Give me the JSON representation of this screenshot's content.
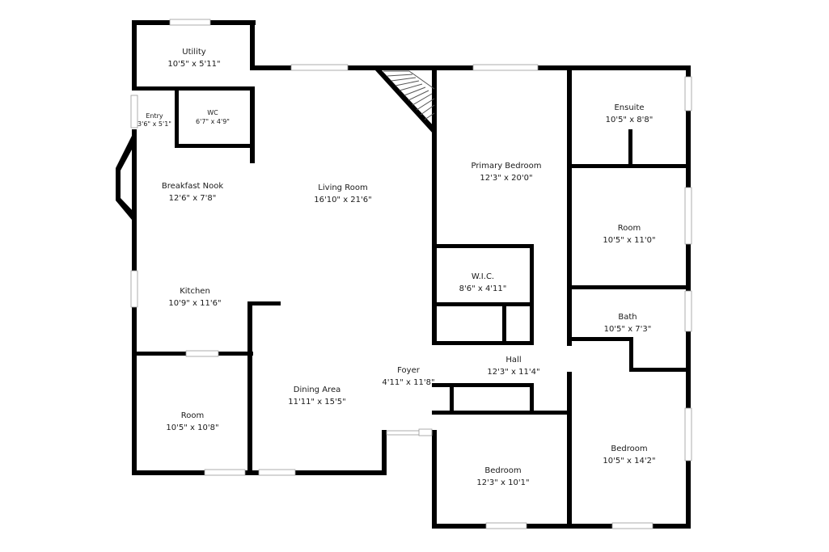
{
  "rooms": [
    {
      "id": "utility",
      "name": "Utility",
      "dims": "10'5\" x 5'11\""
    },
    {
      "id": "entry",
      "name": "Entry",
      "dims": "3'6\" x 5'1\""
    },
    {
      "id": "wc",
      "name": "WC",
      "dims": "6'7\" x 4'9\""
    },
    {
      "id": "breakfast-nook",
      "name": "Breakfast Nook",
      "dims": "12'6\" x 7'8\""
    },
    {
      "id": "living-room",
      "name": "Living Room",
      "dims": "16'10\" x 21'6\""
    },
    {
      "id": "kitchen",
      "name": "Kitchen",
      "dims": "10'9\" x 11'6\""
    },
    {
      "id": "room-west",
      "name": "Room",
      "dims": "10'5\" x 10'8\""
    },
    {
      "id": "dining-area",
      "name": "Dining Area",
      "dims": "11'11\" x 15'5\""
    },
    {
      "id": "foyer",
      "name": "Foyer",
      "dims": "4'11\" x 11'8\""
    },
    {
      "id": "primary-bedroom",
      "name": "Primary Bedroom",
      "dims": "12'3\" x 20'0\""
    },
    {
      "id": "wic",
      "name": "W.I.C.",
      "dims": "8'6\" x 4'11\""
    },
    {
      "id": "hall",
      "name": "Hall",
      "dims": "12'3\" x 11'4\""
    },
    {
      "id": "bedroom-south",
      "name": "Bedroom",
      "dims": "12'3\" x 10'1\""
    },
    {
      "id": "ensuite",
      "name": "Ensuite",
      "dims": "10'5\" x 8'8\""
    },
    {
      "id": "room-east",
      "name": "Room",
      "dims": "10'5\" x 11'0\""
    },
    {
      "id": "bath",
      "name": "Bath",
      "dims": "10'5\" x 7'3\""
    },
    {
      "id": "bedroom-east",
      "name": "Bedroom",
      "dims": "10'5\" x 14'2\""
    }
  ]
}
